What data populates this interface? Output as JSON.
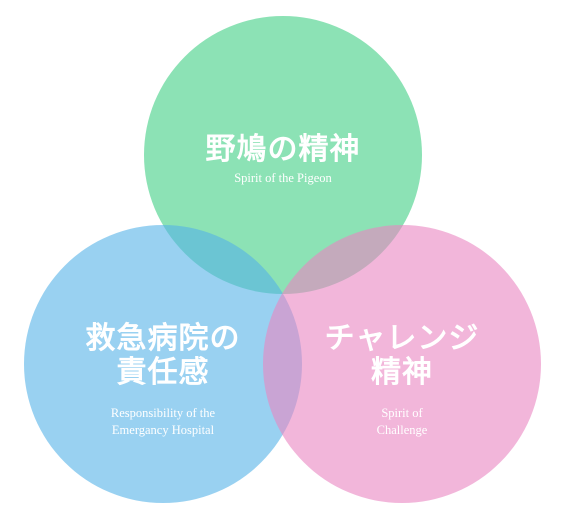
{
  "circles": {
    "pigeon": {
      "title": "野鳩の精神",
      "subtitle": "Spirit of the Pigeon",
      "color": "#3fcf84"
    },
    "emergency": {
      "title_line1": "救急病院の",
      "title_line2": "責任感",
      "subtitle_line1": "Responsibility of the",
      "subtitle_line2": "Emergancy Hospital",
      "color": "#55b2e8"
    },
    "challenge": {
      "title_line1": "チャレンジ",
      "title_line2": "精神",
      "subtitle_line1": "Spirit of",
      "subtitle_line2": "Challenge",
      "color": "#ea86c1"
    }
  }
}
